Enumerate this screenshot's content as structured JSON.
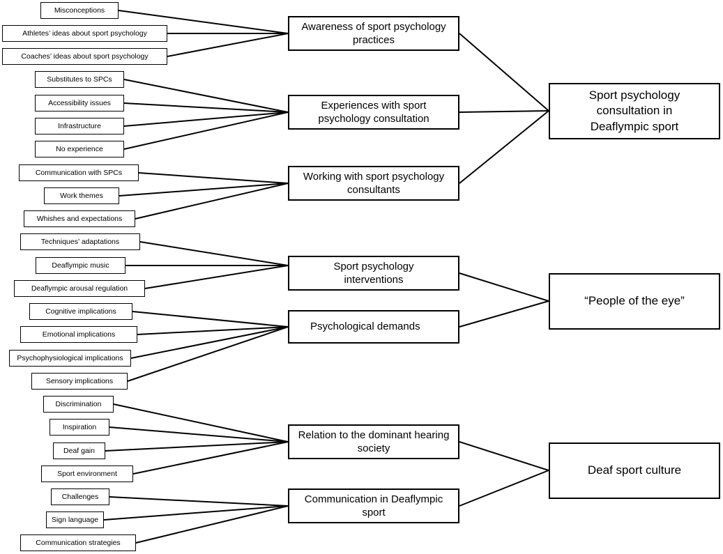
{
  "themes": [
    {
      "label": "Sport psychology consultation in Deaflympic sport"
    },
    {
      "label": "“People of the eye”"
    },
    {
      "label": "Deaf sport culture"
    }
  ],
  "categories": [
    {
      "label": "Awareness of sport psychology practices"
    },
    {
      "label": "Experiences with sport psychology consultation"
    },
    {
      "label": "Working with sport psychology consultants"
    },
    {
      "label": "Sport psychology interventions"
    },
    {
      "label": "Psychological demands"
    },
    {
      "label": "Relation to the dominant hearing society"
    },
    {
      "label": "Communication in Deaflympic sport"
    }
  ],
  "subcategories": [
    {
      "label": "Misconceptions"
    },
    {
      "label": "Athletes’ ideas about sport psychology"
    },
    {
      "label": "Coaches’ ideas about sport psychology"
    },
    {
      "label": "Substitutes to SPCs"
    },
    {
      "label": "Accessibility issues"
    },
    {
      "label": "Infrastructure"
    },
    {
      "label": "No experience"
    },
    {
      "label": "Communication with SPCs"
    },
    {
      "label": "Work themes"
    },
    {
      "label": "Whishes and expectations"
    },
    {
      "label": "Techniques’ adaptations"
    },
    {
      "label": "Deaflympic music"
    },
    {
      "label": "Deaflympic arousal regulation"
    },
    {
      "label": "Cognitive implications"
    },
    {
      "label": "Emotional implications"
    },
    {
      "label": "Psychophysiological implications"
    },
    {
      "label": "Sensory implications"
    },
    {
      "label": "Discrimination"
    },
    {
      "label": "Inspiration"
    },
    {
      "label": "Deaf gain"
    },
    {
      "label": "Sport environment"
    },
    {
      "label": "Challenges"
    },
    {
      "label": "Sign language"
    },
    {
      "label": "Communication strategies"
    }
  ]
}
